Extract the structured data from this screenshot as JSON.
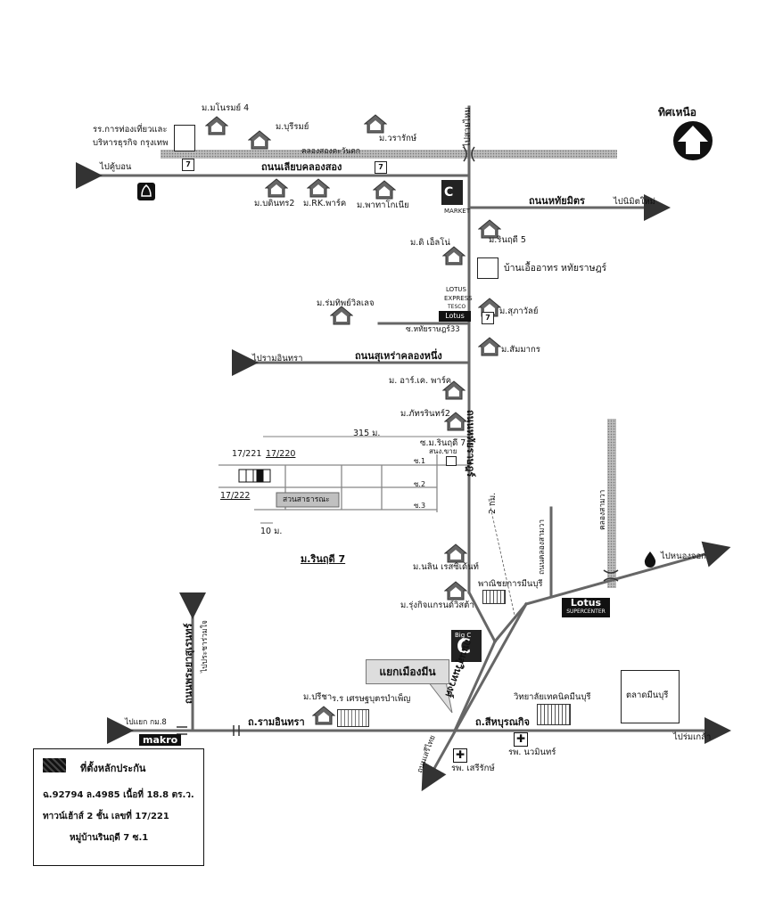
{
  "north": {
    "label": "ทิศเหนือ"
  },
  "labels": {
    "tourism_school": [
      "รร.การท่องเที่ยวและ",
      "บริหารธุรกิจ กรุงเทพ"
    ],
    "m_monrom": "ม.มโนรมย์ 4",
    "m_burirom": "ม.บุรีรมย์",
    "m_waraluk": "ม.วรารักษ์",
    "road_klong_song_label": "คลองสองตะวันตก",
    "to_paiyai": "ไปสายไหม",
    "road_liab_klong": "ถนนเลียบคลองสอง",
    "to_khubon": "ไปคู้บอน",
    "m_bodintra": "ม.บดินทร2",
    "m_rk": "ม.RK.พาร์ค",
    "m_pattaya": "ม.พาทาโกเนีย",
    "bigc_market": "MARKET",
    "road_hathai": "ถนนหทัยมิตร",
    "to_nimit": "ไปนิมิตใหม่",
    "m_rinrudee5": "ม.รินฤดี 5",
    "m_decor": "ม.ดิ เอ็ลโน่",
    "baan_ua": "บ้านเอื้ออาทร หทัยราษฎร์",
    "lotus_express": [
      "LOTUS",
      "EXPRESS",
      "TESCO",
      "Lotus"
    ],
    "m_romtip": "ม.ร่มทิพย์วิลเลจ",
    "m_supawan": "ม.สุภาวัลย์",
    "soi_hathai33": "ซ.หทัยราษฎร์33",
    "road_suhrao": "ถนนสุเหร่าคลองหนึ่ง",
    "to_ramintra_top": "ไปรามอินทรา",
    "m_sammakorn": "ม.สัมมากร",
    "m_rk_park": "ม. อาร์.เค. พาร์ค",
    "m_pattarin": "ม.ภัทรรินทร์2",
    "dist_315": "315 ม.",
    "soi_rinrudee7": "ซ.ม.รินฤดี 7",
    "dead_end": "สนง.ขาย",
    "plot_17221": "17/221",
    "plot_17220": "17/220",
    "plot_17222": "17/222",
    "soi1": "ซ.1",
    "soi2": "ซ.2",
    "soi3": "ซ.3",
    "park": "สวนสาธารณะ",
    "dist_10": "10 ม.",
    "village_rinrudee7": "ม.รินฤดี 7",
    "road_hathairat_vert": "ถนนหทัยราษฎร์",
    "dist_2km": "2 กม.",
    "road_klong_samwa_vert": "ถนนคลองสามวา",
    "klong_samwa_vert": "คลองสามวา",
    "to_nongchok": "ไปหนองจอก",
    "m_nalin": "ม.นลิน เรสซิเด้นท์",
    "minburi_commerce": "พาณิชยการมีนบุรี",
    "m_rungkit": "ม.รุ่งกิจแกรนด์วิสต้า",
    "lotus_super": [
      "Lotus",
      "SUPERCENTER"
    ],
    "to_pracha": "ไปประชาร่วมใจ",
    "road_phraya_vert": "ถนนพระยาสุเรนทร์",
    "road_suwinthawong_vert": "ถนนสุวินทวงศ์",
    "junction": "แยกเมืองมีน",
    "m_preecha": "ม.ปรีชา",
    "school_setthabut": "ร.ร เศรษฐบุตรบำเพ็ญ",
    "tech_college": "วิทยาลัยเทคนิคมีนบุรี",
    "minburi_market": "ตลาดมีนบุรี",
    "to_yaek_km8": "ไปแยก กม.8",
    "road_ramintra": "ถ.รามอินทรา",
    "road_sihaburanukit": "ถ.สีหบุรณกิจ",
    "to_romklao": "ไปร่มเกล้า",
    "makro": "makro",
    "road_serithai_vert": "ถนนเสรีไทย",
    "hosp_serirak": "รพ. เสรีรักษ์",
    "hosp_nawamin": "รพ. นวมินทร์",
    "bigc": "Big C"
  },
  "legend": {
    "title": "ที่ตั้งหลักประกัน",
    "line1": "ฉ.92794  ล.4985 เนื้อที่ 18.8  ตร.ว.",
    "line2": "ทาวน์เฮ้าส์  2  ชั้น  เลขที่  17/221",
    "line3": "หมู่บ้านรินฤดี 7 ซ.1"
  }
}
